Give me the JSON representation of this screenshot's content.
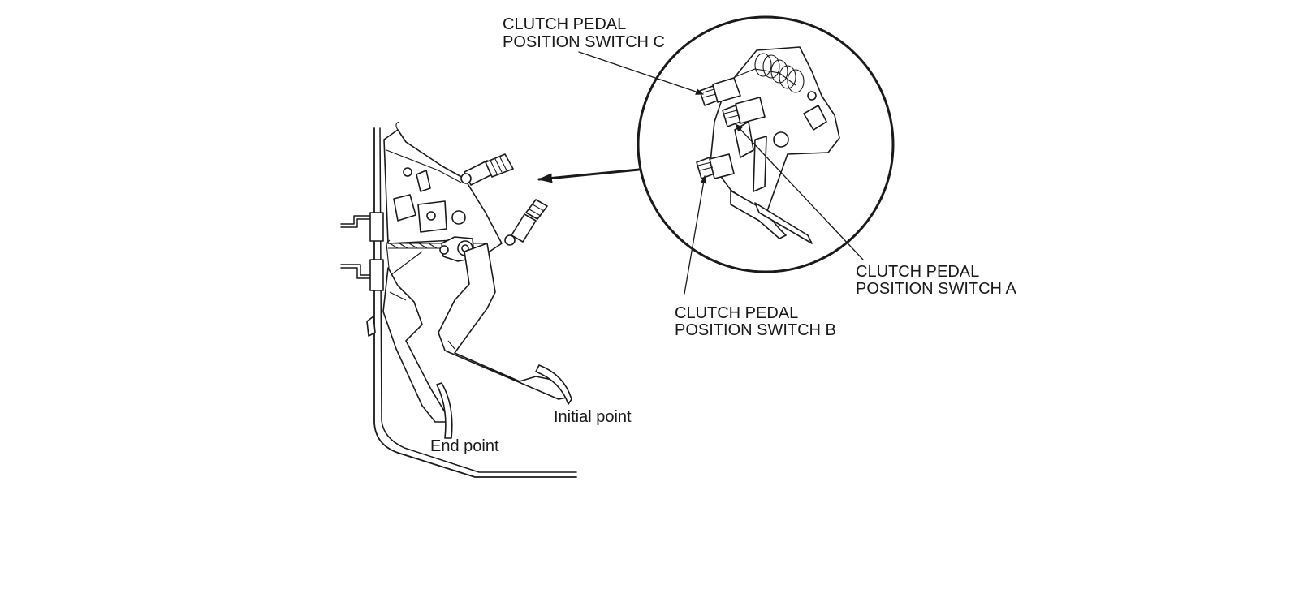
{
  "labels": {
    "switch_c": [
      "CLUTCH PEDAL",
      "POSITION SWITCH C"
    ],
    "switch_a": [
      "CLUTCH PEDAL",
      "POSITION SWITCH A"
    ],
    "switch_b": [
      "CLUTCH PEDAL",
      "POSITION SWITCH B"
    ],
    "initial_point": "Initial point",
    "end_point": "End point"
  },
  "colors": {
    "ink": "#1a1a1a",
    "background": "#ffffff"
  }
}
